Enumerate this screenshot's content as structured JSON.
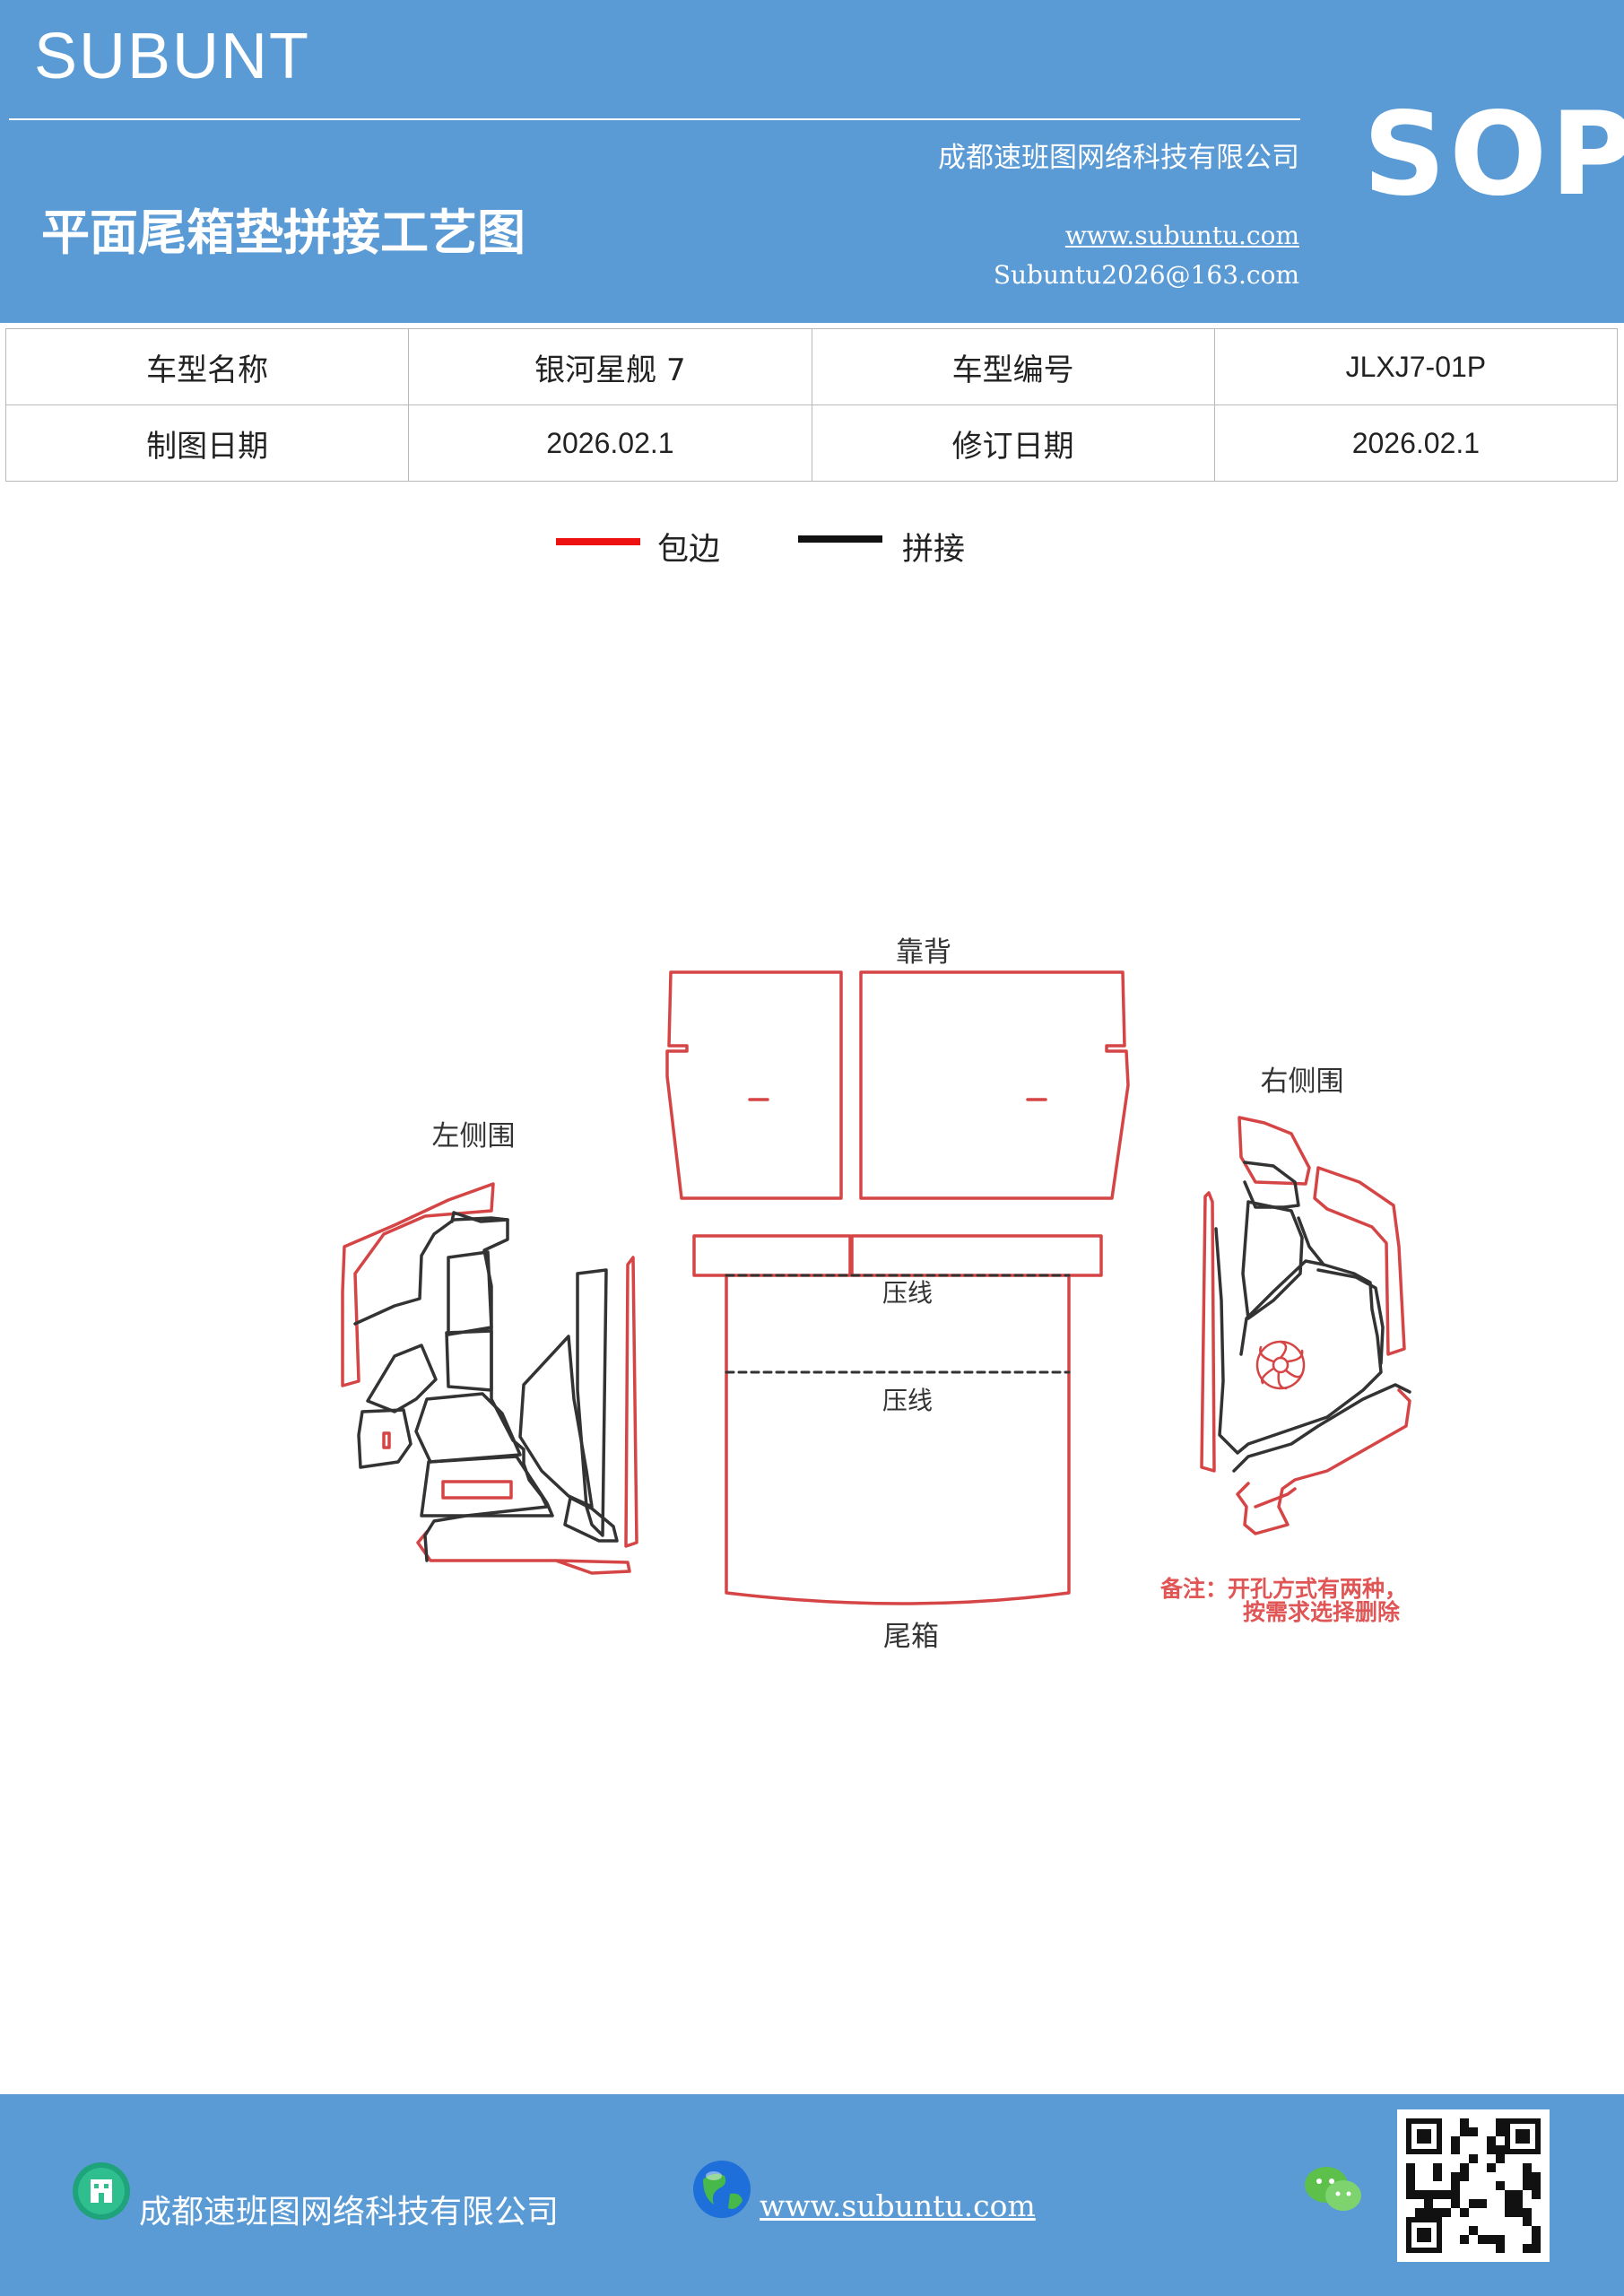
{
  "header": {
    "brand": "SUBUNT",
    "company": "成都速班图网络科技有限公司",
    "title": "平面尾箱垫拼接工艺图",
    "website": "www.subuntu.com",
    "email": "Subuntu2026@163.com",
    "badge": "SOP"
  },
  "info_table": {
    "rows": [
      [
        "车型名称",
        "银河星舰 7",
        "车型编号",
        "JLXJ7-01P"
      ],
      [
        "制图日期",
        "2026.02.1",
        "修订日期",
        "2026.02.1"
      ]
    ]
  },
  "legend": [
    {
      "label": "包边",
      "color": "#ee1111"
    },
    {
      "label": "拼接",
      "color": "#111111"
    }
  ],
  "diagram": {
    "labels": {
      "backrest": "靠背",
      "left_side": "左侧围",
      "right_side": "右侧围",
      "crease_1": "压线",
      "crease_2": "压线",
      "trunk": "尾箱"
    },
    "note_line1": "备注：开孔方式有两种，",
    "note_line2": "按需求选择删除",
    "colors": {
      "edge": "#d64545",
      "seam": "#333333",
      "note": "#e05555"
    }
  },
  "footer": {
    "company": "成都速班图网络科技有限公司",
    "website": "www.subuntu.com"
  }
}
